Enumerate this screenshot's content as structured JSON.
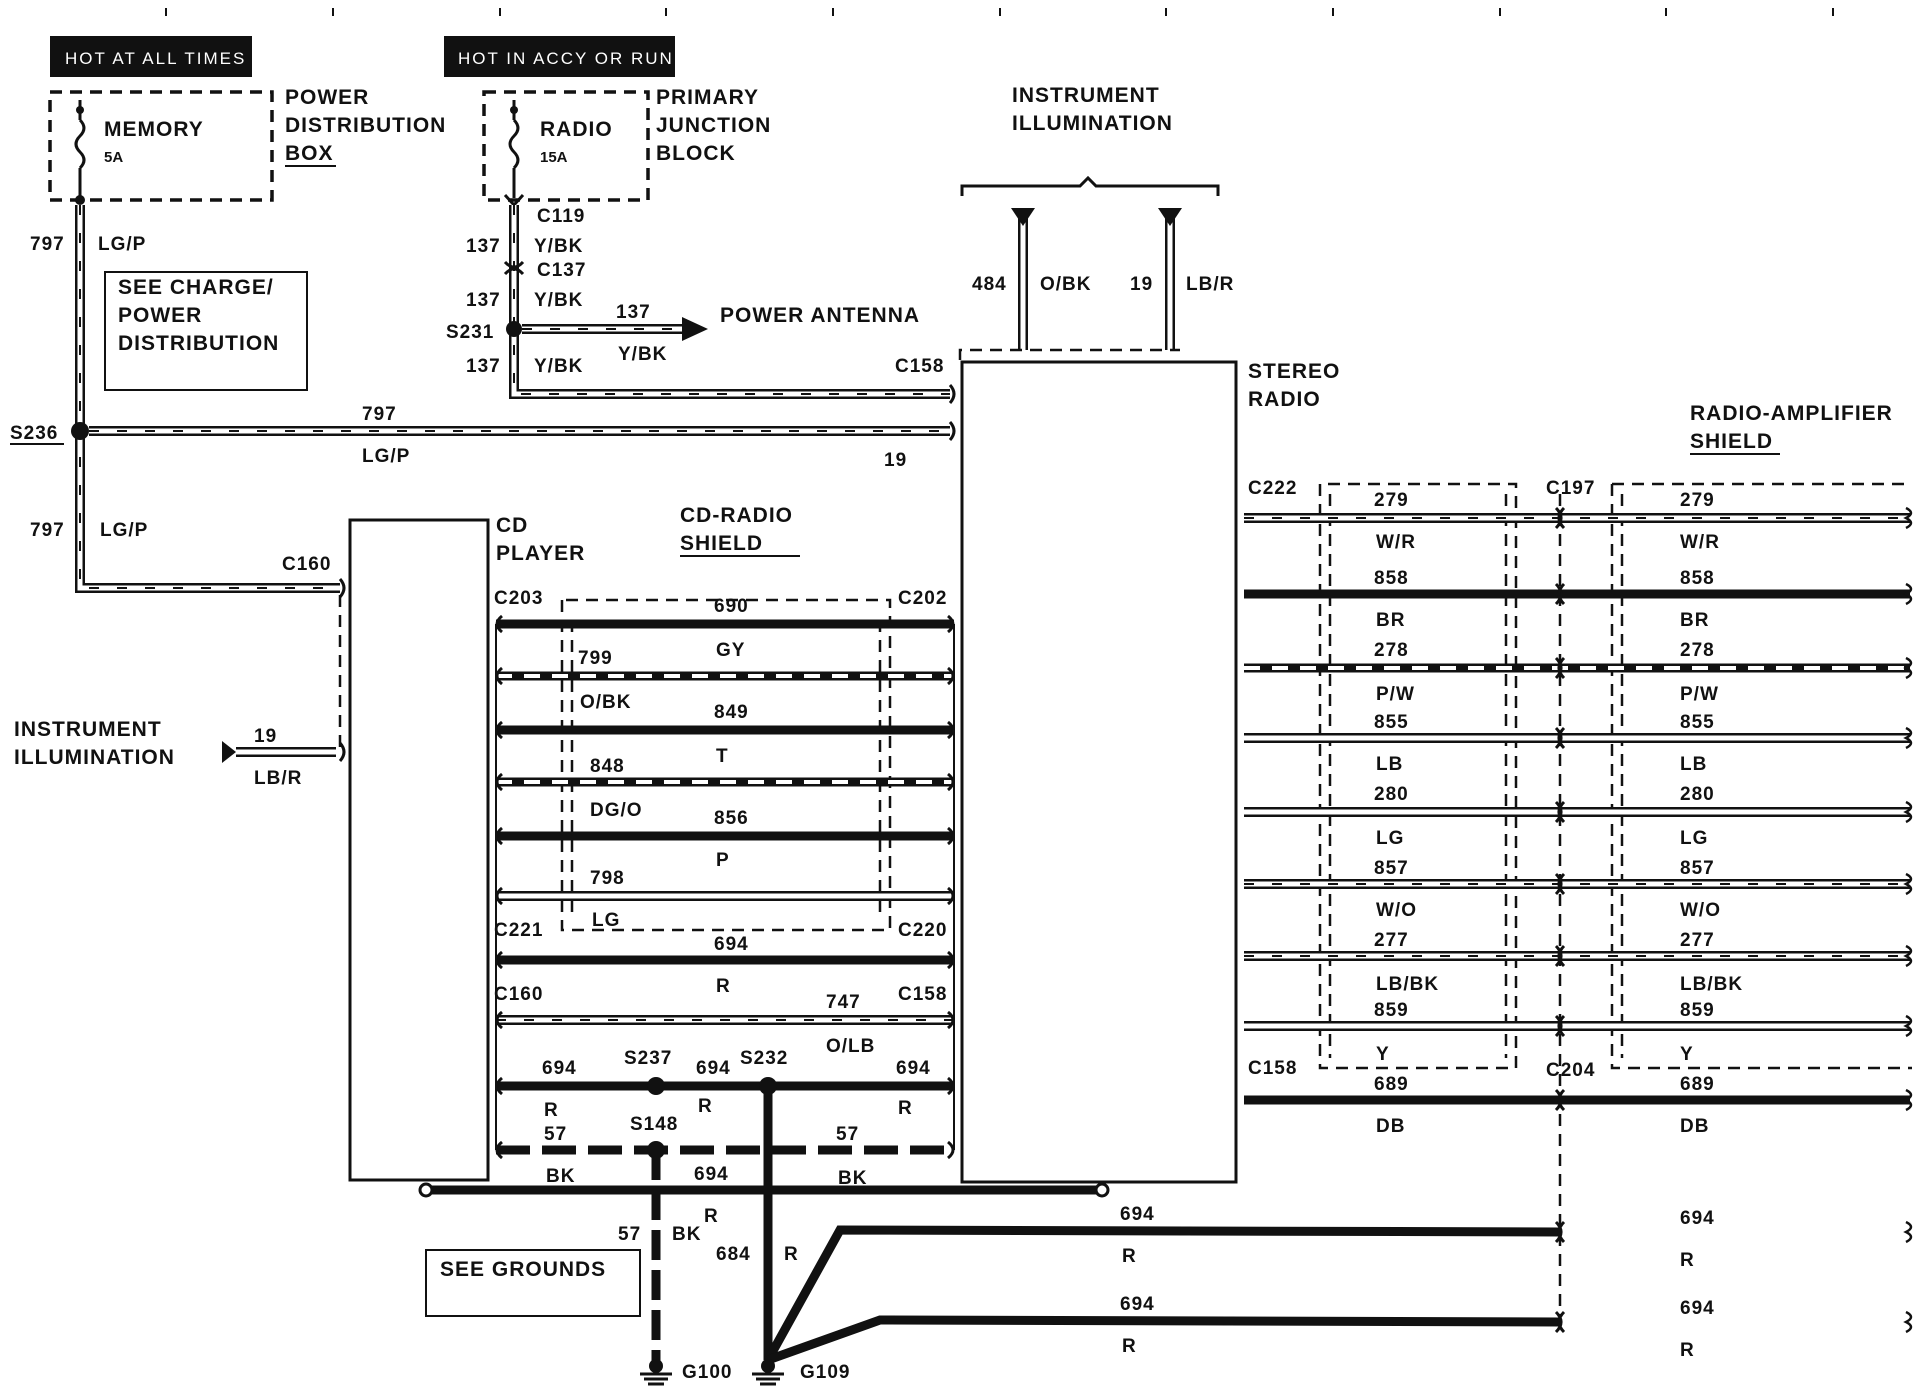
{
  "banners": {
    "hot_at_all_times": "HOT AT ALL TIMES",
    "hot_in_accy": "HOT IN ACCY OR RUN"
  },
  "fuses": {
    "memory": {
      "name": "MEMORY",
      "rating": "5A"
    },
    "radio": {
      "name": "RADIO",
      "rating": "15A"
    }
  },
  "components": {
    "power_distribution_box": [
      "POWER",
      "DISTRIBUTION",
      "BOX"
    ],
    "primary_junction_block": [
      "PRIMARY",
      "JUNCTION",
      "BLOCK"
    ],
    "instrument_illumination_top": [
      "INSTRUMENT",
      "ILLUMINATION"
    ],
    "instrument_illumination_left": [
      "INSTRUMENT",
      "ILLUMINATION"
    ],
    "stereo_radio": [
      "STEREO",
      "RADIO"
    ],
    "cd_player": [
      "CD",
      "PLAYER"
    ],
    "cd_radio_shield": [
      "CD-RADIO",
      "SHIELD"
    ],
    "radio_amp_shield": [
      "RADIO-AMPLIFIER",
      "SHIELD"
    ],
    "power_antenna": "POWER ANTENNA"
  },
  "notes": {
    "see_charge": [
      "SEE CHARGE/",
      "POWER",
      "DISTRIBUTION"
    ],
    "see_grounds": "SEE GROUNDS"
  },
  "connectors": {
    "c119": "C119",
    "c137": "C137",
    "c158_top": "C158",
    "c160_left": "C160",
    "c203": "C203",
    "c202": "C202",
    "c221": "C221",
    "c220": "C220",
    "c160_mid": "C160",
    "c158_mid": "C158",
    "c222": "C222",
    "c197": "C197",
    "c158_right": "C158",
    "c204": "C204"
  },
  "splices": {
    "s236": "S236",
    "s231": "S231",
    "s237": "S237",
    "s232": "S232",
    "s148": "S148"
  },
  "grounds": {
    "g100": "G100",
    "g109": "G109"
  },
  "wires_top": {
    "w797_a": "797",
    "lgp_a": "LG/P",
    "w137_a": "137",
    "ybk_a": "Y/BK",
    "w137_b": "137",
    "ybk_b": "Y/BK",
    "w137_c": "137",
    "ybk_c": "Y/BK",
    "w137_ant": "137",
    "ybk_ant": "Y/BK",
    "w484": "484",
    "obk_484": "O/BK",
    "w19_top": "19",
    "lbr_top": "LB/R",
    "w797_h": "797",
    "lgp_h": "LG/P",
    "w19_h": "19",
    "w797_b": "797",
    "lgp_b": "LG/P",
    "w19_left": "19",
    "lbr_left": "LB/R"
  },
  "cd_wires": {
    "w690": "690",
    "gy": "GY",
    "w799": "799",
    "obk": "O/BK",
    "w849": "849",
    "t": "T",
    "w848": "848",
    "dgo": "DG/O",
    "w856": "856",
    "p": "P",
    "w798": "798",
    "lg": "LG",
    "w694_a": "694",
    "r_a": "R",
    "w747": "747",
    "olb": "O/LB",
    "w694_b": "694",
    "r_b": "R",
    "w694_c": "694",
    "r_c": "R",
    "w694_d": "694",
    "r_d": "R",
    "w57_a": "57",
    "bk_a": "BK",
    "w57_b": "57",
    "bk_b": "BK",
    "w694_e": "694",
    "r_e": "R",
    "w57_c": "57",
    "bk_c": "BK",
    "w684": "684",
    "r_684": "R"
  },
  "amp_wires": [
    {
      "circuit": "279",
      "color": "W/R"
    },
    {
      "circuit": "858",
      "color": "BR"
    },
    {
      "circuit": "278",
      "color": "P/W"
    },
    {
      "circuit": "855",
      "color": "LB"
    },
    {
      "circuit": "280",
      "color": "LG"
    },
    {
      "circuit": "857",
      "color": "W/O"
    },
    {
      "circuit": "277",
      "color": "LB/BK"
    },
    {
      "circuit": "859",
      "color": "Y"
    },
    {
      "circuit": "689",
      "color": "DB"
    },
    {
      "circuit": "694",
      "color": "R"
    },
    {
      "circuit": "694",
      "color": "R"
    }
  ]
}
